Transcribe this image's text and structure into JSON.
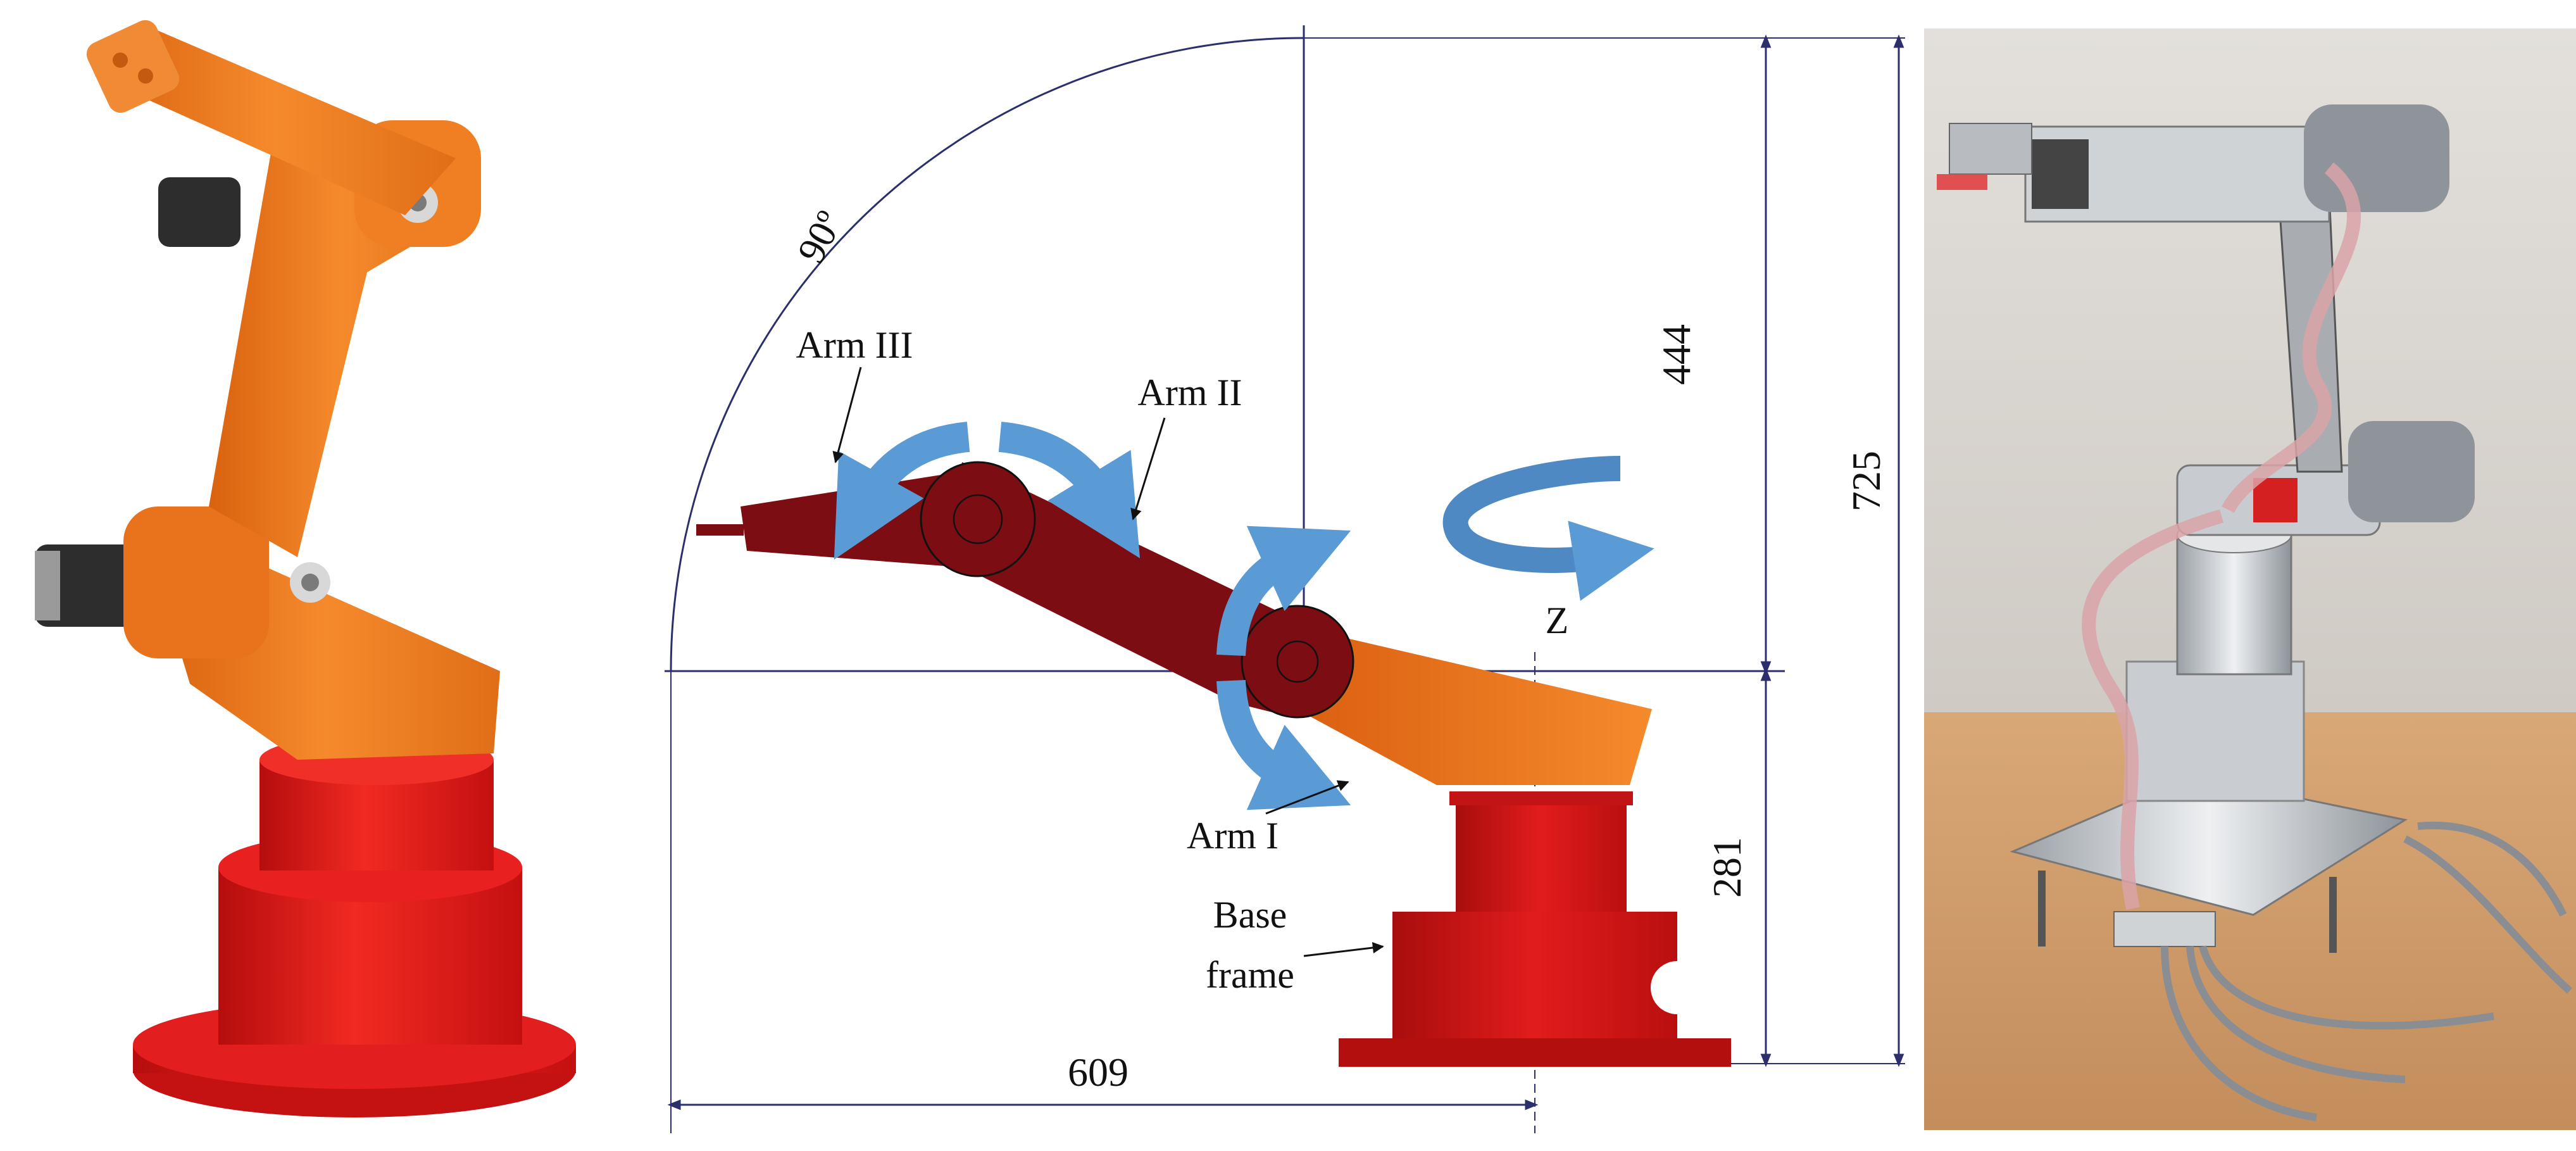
{
  "diagram": {
    "angle_label": "90º",
    "dimensions": {
      "upper_height": "444",
      "total_height": "725",
      "base_height": "281",
      "horizontal_reach": "609"
    },
    "part_labels": {
      "arm3": "Arm III",
      "arm2": "Arm II",
      "arm1": "Arm I",
      "base_line1": "Base",
      "base_line2": "frame",
      "axis_z": "Z"
    }
  },
  "colors": {
    "cad_orange": "#f07a1e",
    "cad_red": "#d91818",
    "arm_dark_red": "#7c0d12",
    "arrow_blue": "#5a9bd5",
    "dimension_line": "#2b2f6b"
  }
}
